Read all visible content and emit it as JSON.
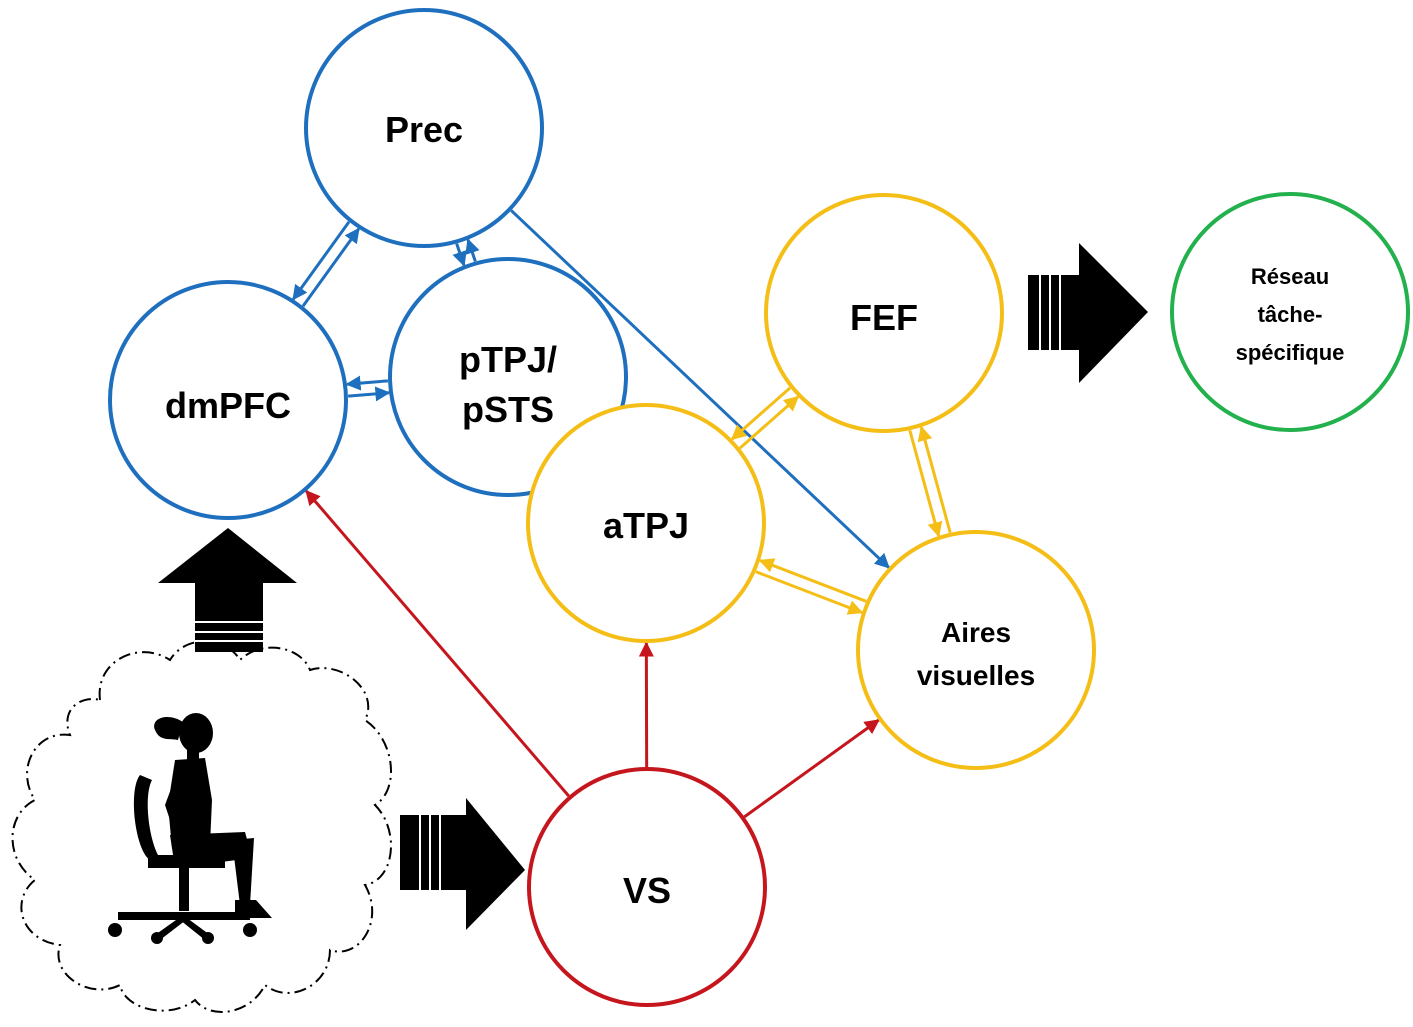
{
  "colors": {
    "blue": "#1F6FBF",
    "yellow": "#F5BE16",
    "red": "#C5161D",
    "green": "#22B14C",
    "black": "#000000"
  },
  "nodes": {
    "prec": {
      "lines": [
        "Prec"
      ],
      "color": "blue"
    },
    "dmpfc": {
      "lines": [
        "dmPFC"
      ],
      "color": "blue"
    },
    "ptpj": {
      "lines": [
        "pTPJ/",
        "pSTS"
      ],
      "color": "blue"
    },
    "fef": {
      "lines": [
        "FEF"
      ],
      "color": "yellow"
    },
    "atpj": {
      "lines": [
        "aTPJ"
      ],
      "color": "yellow"
    },
    "aires": {
      "lines": [
        "Aires",
        "visuelles"
      ],
      "color": "yellow"
    },
    "vs": {
      "lines": [
        "VS"
      ],
      "color": "red"
    },
    "reseau": {
      "lines": [
        "Réseau",
        "tâche-",
        "spécifique"
      ],
      "color": "green"
    }
  },
  "edges": [
    {
      "from": "prec",
      "to": "dmpfc",
      "color": "blue",
      "kind": "bidirectional"
    },
    {
      "from": "prec",
      "to": "ptpj",
      "color": "blue",
      "kind": "bidirectional"
    },
    {
      "from": "dmpfc",
      "to": "ptpj",
      "color": "blue",
      "kind": "bidirectional"
    },
    {
      "from": "prec",
      "to": "aires",
      "color": "blue",
      "kind": "directed"
    },
    {
      "from": "atpj",
      "to": "fef",
      "color": "yellow",
      "kind": "bidirectional"
    },
    {
      "from": "fef",
      "to": "aires",
      "color": "yellow",
      "kind": "bidirectional"
    },
    {
      "from": "atpj",
      "to": "aires",
      "color": "yellow",
      "kind": "bidirectional"
    },
    {
      "from": "vs",
      "to": "dmpfc",
      "color": "red",
      "kind": "directed"
    },
    {
      "from": "vs",
      "to": "atpj",
      "color": "red",
      "kind": "directed"
    },
    {
      "from": "vs",
      "to": "aires",
      "color": "red",
      "kind": "directed"
    }
  ]
}
